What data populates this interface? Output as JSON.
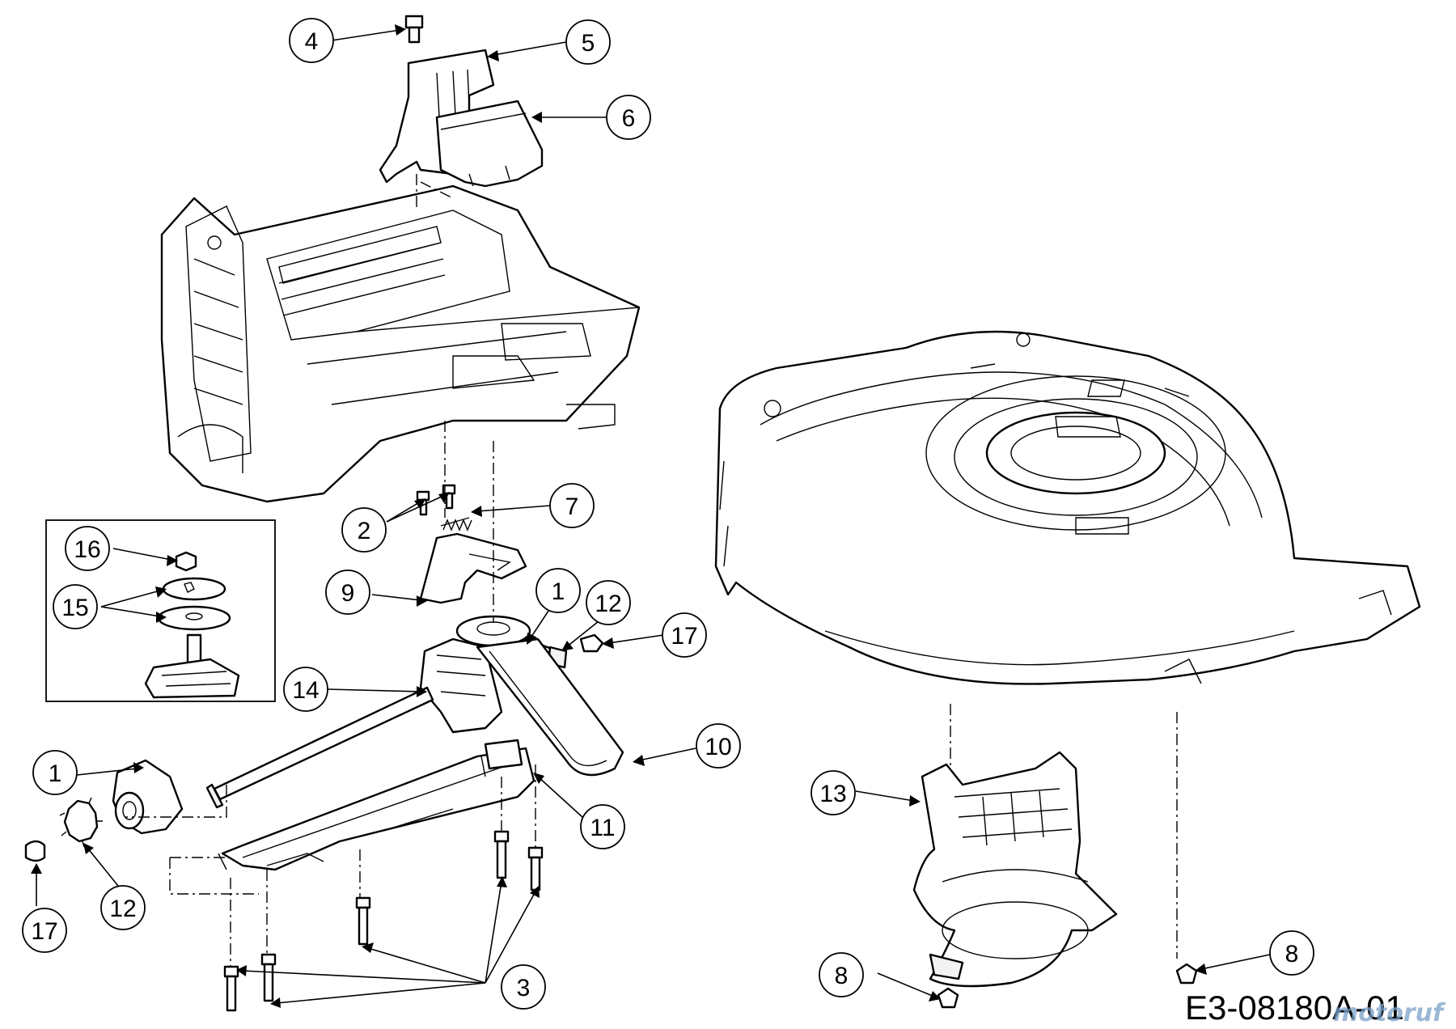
{
  "diagram": {
    "drawing_code": "E3-08180A-01",
    "watermark": "motoruf",
    "colors": {
      "line": "#000000",
      "background": "#ffffff",
      "watermark": "#7aa0c8"
    },
    "callouts": [
      "1",
      "1",
      "2",
      "3",
      "4",
      "5",
      "6",
      "7",
      "8",
      "8",
      "9",
      "10",
      "11",
      "12",
      "12",
      "13",
      "14",
      "15",
      "16",
      "17",
      "17"
    ]
  }
}
